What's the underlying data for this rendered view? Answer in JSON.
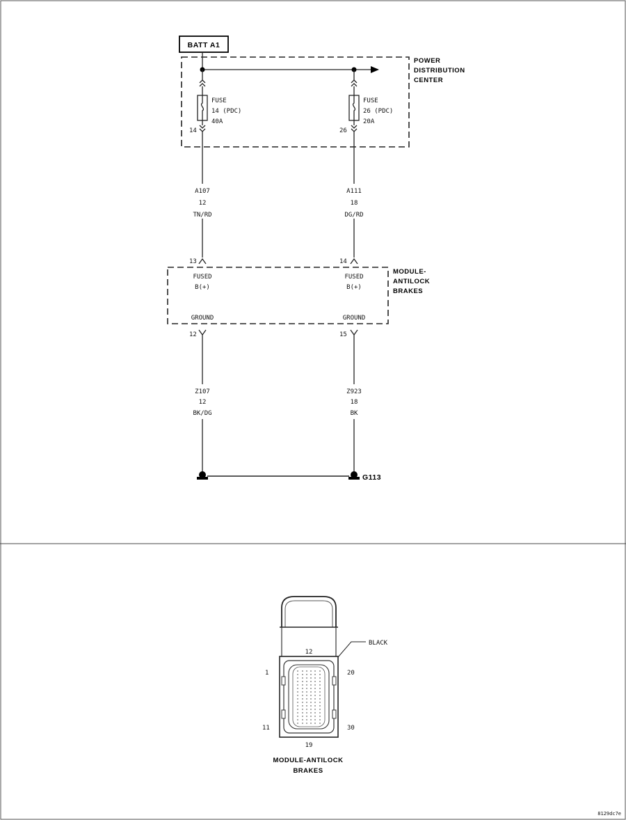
{
  "source": {
    "label": "BATT A1"
  },
  "pdc": {
    "title_lines": [
      "POWER",
      "DISTRIBUTION",
      "CENTER"
    ]
  },
  "fuses": [
    {
      "lines": [
        "FUSE",
        "14 (PDC)",
        "40A"
      ],
      "pin": "14"
    },
    {
      "lines": [
        "FUSE",
        "26 (PDC)",
        "20A"
      ],
      "pin": "26"
    }
  ],
  "upper_wires": [
    {
      "circuit": "A107",
      "gauge": "12",
      "color": "TN/RD"
    },
    {
      "circuit": "A111",
      "gauge": "18",
      "color": "DG/RD"
    }
  ],
  "module": {
    "title_lines": [
      "MODULE-",
      "ANTILOCK",
      "BRAKES"
    ],
    "inputs": [
      {
        "pin": "13",
        "lines": [
          "FUSED",
          "B(+)"
        ]
      },
      {
        "pin": "14",
        "lines": [
          "FUSED",
          "B(+)"
        ]
      }
    ],
    "grounds": [
      {
        "pin": "12",
        "label": "GROUND"
      },
      {
        "pin": "15",
        "label": "GROUND"
      }
    ]
  },
  "lower_wires": [
    {
      "circuit": "Z107",
      "gauge": "12",
      "color": "BK/DG"
    },
    {
      "circuit": "Z923",
      "gauge": "18",
      "color": "BK"
    }
  ],
  "ground_point": {
    "label": "G113"
  },
  "connector": {
    "color_label": "BLACK",
    "pin_labels": {
      "top": "12",
      "left_top": "1",
      "right_top": "20",
      "left_bottom": "11",
      "right_bottom": "30",
      "bottom": "19"
    },
    "title_lines": [
      "MODULE-ANTILOCK",
      "BRAKES"
    ]
  },
  "figure_id": "8129dc7e"
}
